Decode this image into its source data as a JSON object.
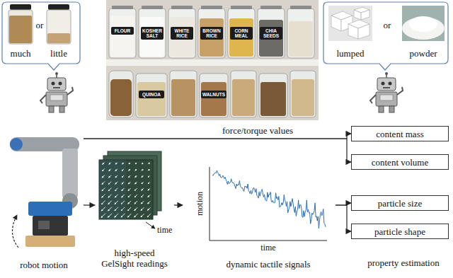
{
  "diagram": {
    "nodes": [
      {
        "text": [
          "much",
          "or",
          "little"
        ]
      },
      {
        "text": [
          "lumped",
          "or",
          "powder"
        ]
      },
      {
        "text": [
          "robot motion"
        ]
      },
      {
        "text": [
          "high-speed GelSight readings"
        ]
      },
      {
        "text": [
          "dynamic tactile signals"
        ]
      },
      {
        "text": [
          "content mass"
        ]
      },
      {
        "text": [
          "content volume"
        ]
      },
      {
        "text": [
          "particle size"
        ]
      },
      {
        "text": [
          "particle shape"
        ]
      }
    ],
    "edges": [
      {
        "from": 2,
        "to": 5,
        "label": "force/torque values",
        "arrow": "to"
      },
      {
        "from": 2,
        "to": 6,
        "arrow": "to"
      },
      {
        "from": 2,
        "to": 3,
        "arrow": "to"
      },
      {
        "from": 3,
        "to": 4,
        "arrow": "to"
      },
      {
        "from": 4,
        "to": 7,
        "arrow": "to"
      },
      {
        "from": 4,
        "to": 8,
        "arrow": "to"
      }
    ],
    "labels": [
      "FLOUR",
      "KOSHER SALT",
      "WHITE RICE",
      "BROWN RICE",
      "CORN MEAL",
      "CHIA SEEDS",
      "QUINOA",
      "WALNUTS",
      "time",
      "motion",
      "time",
      "property estimation"
    ]
  }
}
